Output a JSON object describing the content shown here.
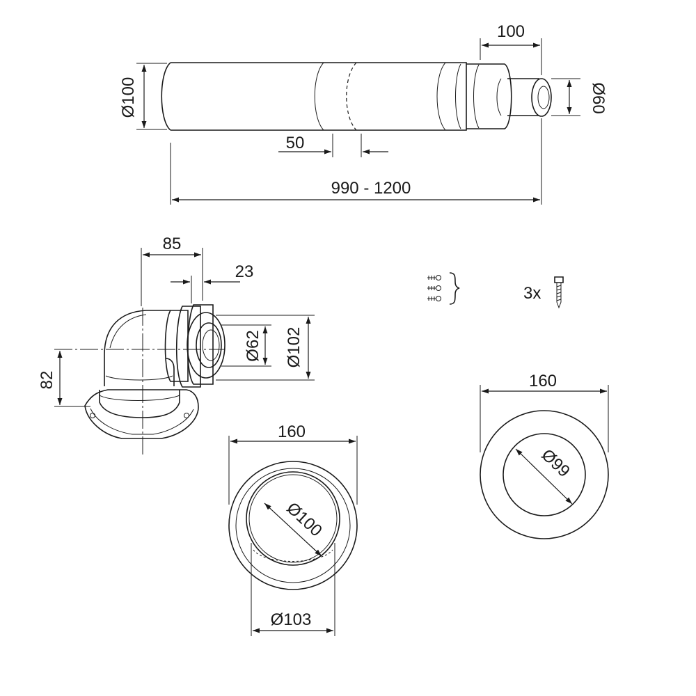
{
  "pipe": {
    "diameter_outer": "Ø100",
    "diameter_inner": "Ø60",
    "end_length": "100",
    "overlap": "50",
    "total_length": "990 - 1200"
  },
  "elbow": {
    "offset_horizontal": "85",
    "socket_depth": "23",
    "diameter_inner": "Ø62",
    "diameter_outer": "Ø102",
    "height": "82"
  },
  "rosette_inner": {
    "outer_diameter": "160",
    "opening_diameter": "Ø100",
    "collar_diameter": "Ø103"
  },
  "rosette_outer": {
    "outer_diameter": "160",
    "opening_diameter": "Ø99"
  },
  "fasteners": {
    "screw_count": "3x"
  }
}
